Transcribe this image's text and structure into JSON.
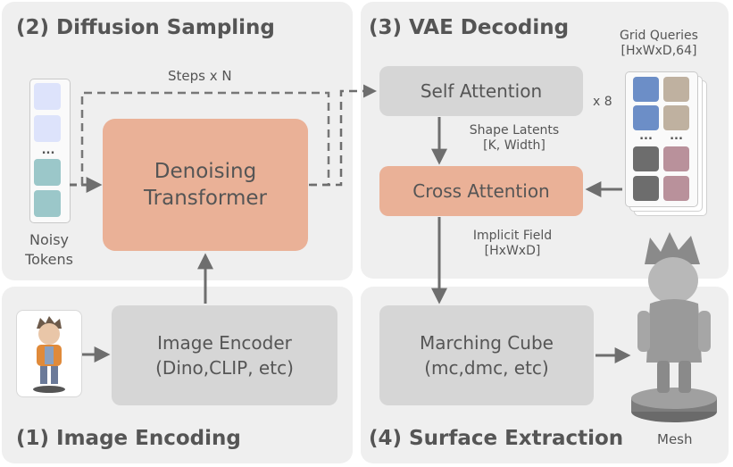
{
  "panels": {
    "diffusion_title": "(2) Diffusion Sampling",
    "vae_title": "(3) VAE Decoding",
    "image_title": "(1) Image Encoding",
    "surface_title": "(4) Surface Extraction"
  },
  "blocks": {
    "denoising_line1": "Denoising",
    "denoising_line2": "Transformer",
    "self_attention": "Self Attention",
    "cross_attention": "Cross Attention",
    "image_encoder_line1": "Image Encoder",
    "image_encoder_line2": "(Dino,CLIP, etc)",
    "marching_line1": "Marching Cube",
    "marching_line2": "(mc,dmc, etc)"
  },
  "labels": {
    "steps": "Steps x N",
    "noisy_line1": "Noisy",
    "noisy_line2": "Tokens",
    "times8": "x 8",
    "shape_latents_line1": "Shape Latents",
    "shape_latents_line2": "[K, Width]",
    "implicit_line1": "Implicit Field",
    "implicit_line2": "[HxWxD]",
    "grid_line1": "Grid Queries",
    "grid_line2": "[HxWxD,64]",
    "mesh": "Mesh",
    "ellipsis": "..."
  },
  "colors": {
    "token_light": "#dde3fb",
    "token_teal": "#9bc7c9",
    "grid_blue": "#6c8ec7",
    "grid_tan": "#bfb1a0",
    "grid_dark": "#6d6d6d",
    "grid_mauve": "#b9919b",
    "block_orange": "#eab197",
    "block_gray": "#d6d6d6"
  }
}
